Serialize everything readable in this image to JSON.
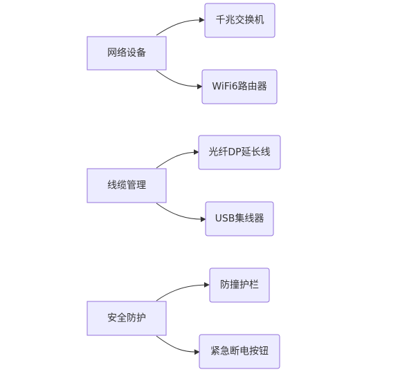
{
  "diagram": {
    "groups": [
      {
        "parent": "网络设备",
        "children": [
          "千兆交换机",
          "WiFi6路由器"
        ]
      },
      {
        "parent": "线缆管理",
        "children": [
          "光纤DP延长线",
          "USB集线器"
        ]
      },
      {
        "parent": "安全防护",
        "children": [
          "防撞护栏",
          "紧急断电按钮"
        ]
      }
    ]
  },
  "colors": {
    "node_fill": "#ECECFF",
    "node_stroke": "#9370DB",
    "edge": "#333333",
    "text": "#333333",
    "background": "#FFFFFF"
  }
}
